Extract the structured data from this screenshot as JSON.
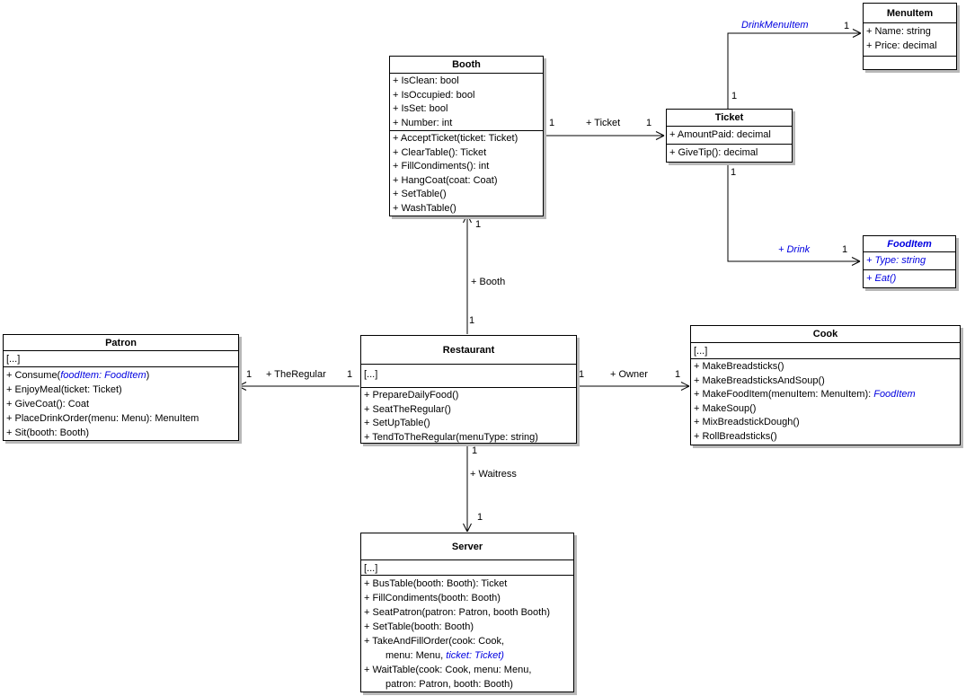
{
  "colors": {
    "reference_blue": "#0000e0",
    "box_border": "#000000",
    "box_shadow": "#b8b8b8",
    "background": "#ffffff"
  },
  "classes": {
    "booth": {
      "title": "Booth",
      "attributes": [
        "+ IsClean: bool",
        "+ IsOccupied: bool",
        "+ IsSet: bool",
        "+ Number: int"
      ],
      "methods": {
        "accept_ticket": "+ AcceptTicket(ticket: Ticket)",
        "clear_table": "+ ClearTable(): Ticket",
        "fill_condiments": "+ FillCondiments(): int",
        "hang_coat": "+ HangCoat(coat: Coat)",
        "set_table": "+ SetTable()",
        "wash_table": "+ WashTable()"
      }
    },
    "menu_item": {
      "title": "MenuItem",
      "attributes": [
        "+ Name: string",
        "+ Price: decimal"
      ]
    },
    "ticket": {
      "title": "Ticket",
      "attributes": [
        "+ AmountPaid: decimal"
      ],
      "methods": {
        "give_tip": "+ GiveTip(): decimal"
      }
    },
    "food_item": {
      "title": "FoodItem",
      "attributes": [
        "+ Type: string"
      ],
      "methods": {
        "eat": "+ Eat()"
      }
    },
    "patron": {
      "title": "Patron",
      "attributes": [
        "[...]"
      ],
      "methods": {
        "consume": {
          "pre": "+ Consume(",
          "ref": "foodItem: FoodItem",
          "post": ")"
        },
        "enjoy_meal": "+ EnjoyMeal(ticket: Ticket)",
        "give_coat": "+ GiveCoat(): Coat",
        "place_drink_order": "+ PlaceDrinkOrder(menu: Menu): MenuItem",
        "sit": "+ Sit(booth: Booth)"
      }
    },
    "restaurant": {
      "title": "Restaurant",
      "attributes": [
        "[...]"
      ],
      "methods": {
        "prepare_daily_food": "+ PrepareDailyFood()",
        "seat_the_regular": "+ SeatTheRegular()",
        "set_up_table": "+ SetUpTable()",
        "tend_to_the_regular": "+ TendToTheRegular(menuType: string)"
      }
    },
    "cook": {
      "title": "Cook",
      "attributes": [
        "[...]"
      ],
      "methods": {
        "make_breadsticks": "+ MakeBreadsticks()",
        "make_breadsticks_and_soup": "+ MakeBreadsticksAndSoup()",
        "make_food_item": {
          "pre": "+ MakeFoodItem(menuItem: MenuItem): ",
          "ref": "FoodItem",
          "post": ""
        },
        "make_soup": "+ MakeSoup()",
        "mix_breadstick_dough": "+ MixBreadstickDough()",
        "roll_breadsticks": "+ RollBreadsticks()"
      }
    },
    "server": {
      "title": "Server",
      "attributes": [
        "[...]"
      ],
      "methods": {
        "bus_table": "+ BusTable(booth: Booth): Ticket",
        "fill_condiments": "+ FillCondiments(booth: Booth)",
        "seat_patron": "+ SeatPatron(patron: Patron, booth Booth)",
        "set_table": "+ SetTable(booth: Booth)",
        "take_and_fill_order_line1": "+ TakeAndFillOrder(cook: Cook,",
        "take_and_fill_order_line2": {
          "pre": "menu: Menu, ",
          "ref": "ticket: Ticket)",
          "post": ""
        },
        "wait_table_line1": "+ WaitTable(cook: Cook, menu: Menu,",
        "wait_table_line2": "patron: Patron, booth: Booth)"
      }
    }
  },
  "associations": {
    "booth_ticket": {
      "source_mult": "1",
      "label": "+ Ticket",
      "target_mult": "1"
    },
    "ticket_menu_item": {
      "label": "DrinkMenuItem",
      "target_mult": "1",
      "source_mult": "1"
    },
    "ticket_food_item": {
      "label": "+ Drink",
      "target_mult": "1",
      "source_mult": "1"
    },
    "restaurant_booth": {
      "target_mult": "1",
      "label": "+ Booth",
      "source_mult": "1"
    },
    "restaurant_patron": {
      "target_mult": "1",
      "label": "+ TheRegular",
      "source_mult": "1"
    },
    "restaurant_cook": {
      "source_mult": "1",
      "label": "+ Owner",
      "target_mult": "1"
    },
    "restaurant_server": {
      "source_mult": "1",
      "label": "+ Waitress",
      "target_mult": "1"
    }
  }
}
